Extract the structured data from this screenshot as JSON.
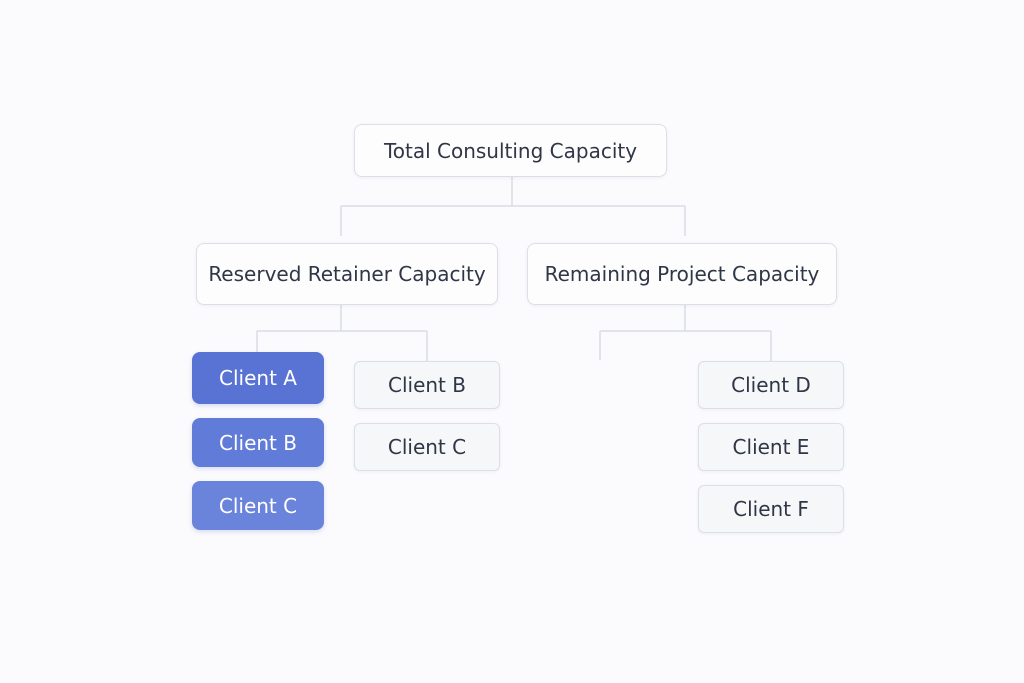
{
  "root": {
    "label": "Total Consulting Capacity"
  },
  "branches": [
    {
      "label": "Reserved Retainer Capacity",
      "highlighted_clients": [
        "Client A",
        "Client B",
        "Client C"
      ],
      "outlined_clients": [
        "Client B",
        "Client C"
      ]
    },
    {
      "label": "Remaining Project Capacity",
      "outlined_clients": [
        "Client D",
        "Client E",
        "Client F"
      ]
    }
  ],
  "colors": {
    "highlight_1": "#5873d4",
    "highlight_2": "#617bd8",
    "highlight_3": "#6a84db",
    "connector": "#d9dce6",
    "node_border": "#dcdfe7",
    "text": "#2f3646"
  }
}
